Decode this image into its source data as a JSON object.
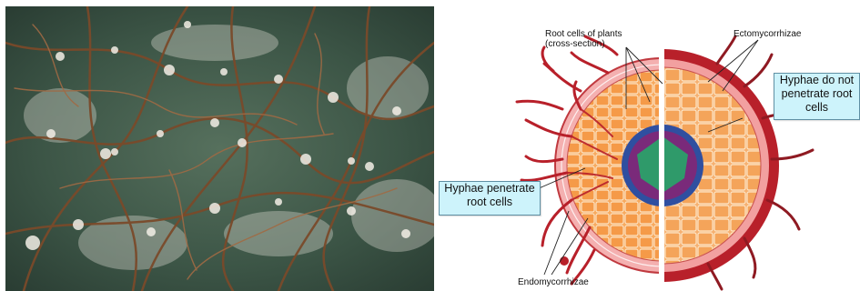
{
  "diagram": {
    "labels": {
      "root_cells_line1": "Root cells of plants",
      "root_cells_line2": "(cross-section)",
      "ectomycorrhizae": "Ectomycorrhizae",
      "endomycorrhizae": "Endomycorrhizae"
    },
    "callouts": {
      "ecto_line1": "Hyphae do not",
      "ecto_line2": "penetrate root",
      "ecto_line3": "cells",
      "endo_line1": "Hyphae penetrate",
      "endo_line2": "root cells"
    }
  },
  "colors": {
    "hyphae_red": "#b8202a",
    "cortex_orange": "#f6a55a",
    "epidermis_pink": "#f2a0a0",
    "stele_green": "#2f9a6a",
    "stele_blue": "#2f4fa0",
    "callout_fill": "#cdf3fb"
  }
}
